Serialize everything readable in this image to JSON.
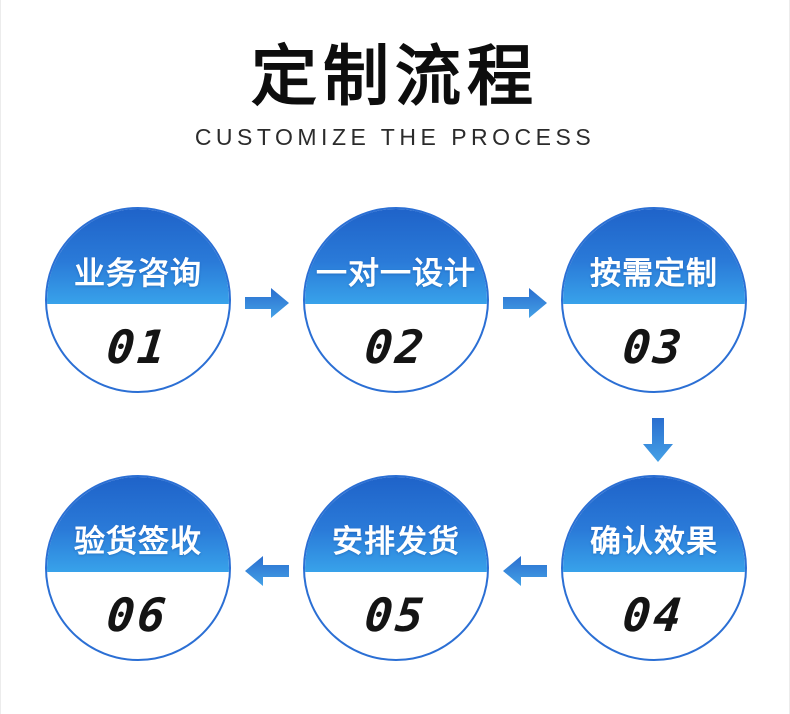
{
  "header": {
    "title": "定制流程",
    "subtitle": "CUSTOMIZE THE PROCESS"
  },
  "steps": [
    {
      "label": "业务咨询",
      "number": "01"
    },
    {
      "label": "一对一设计",
      "number": "02"
    },
    {
      "label": "按需定制",
      "number": "03"
    },
    {
      "label": "确认效果",
      "number": "04"
    },
    {
      "label": "安排发货",
      "number": "05"
    },
    {
      "label": "验货签收",
      "number": "06"
    }
  ],
  "arrows": [
    {
      "direction": "right",
      "from": "01",
      "to": "02"
    },
    {
      "direction": "right",
      "from": "02",
      "to": "03"
    },
    {
      "direction": "down",
      "from": "03",
      "to": "04"
    },
    {
      "direction": "left",
      "from": "04",
      "to": "05"
    },
    {
      "direction": "left",
      "from": "05",
      "to": "06"
    }
  ],
  "colors": {
    "circle_gradient_top": "#1f63c9",
    "circle_gradient_bottom": "#38a2ea",
    "circle_ring": "#2b6fd4",
    "arrow_gradient_top": "#2a6ecf",
    "arrow_gradient_bottom": "#44a1e6",
    "title_text": "#0d0d0d",
    "subtitle_text": "#2b2b2b",
    "number_text": "#141414",
    "label_text": "#ffffff",
    "background": "#ffffff"
  }
}
